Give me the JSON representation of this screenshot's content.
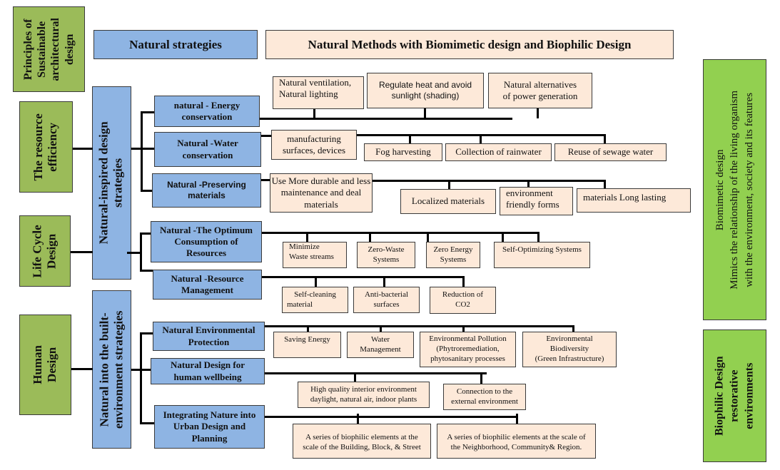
{
  "header": {
    "principles": "Principles of Sustainable architectural design",
    "principles_lines": [
      "Principles of",
      "Sustainable",
      "architectural",
      "design"
    ],
    "natural_strategies": "Natural strategies",
    "natural_methods": "Natural Methods with Biomimetic design and Biophilic Design"
  },
  "principles": [
    {
      "lines": [
        "The resource",
        "efficiency"
      ]
    },
    {
      "lines": [
        "Life Cycle",
        "Design"
      ]
    },
    {
      "lines": [
        "Human",
        "Design"
      ]
    }
  ],
  "strategy_groups": [
    {
      "lines": [
        "Natural-inspired design",
        "strategies"
      ]
    },
    {
      "lines": [
        "Natural into the built-",
        "environment strategies"
      ]
    }
  ],
  "strategies": [
    {
      "label": [
        "natural - Energy",
        "conservation"
      ],
      "methods": [
        [
          "Natural ventilation,",
          "Natural lighting"
        ],
        [
          "Regulate heat and avoid",
          "sunlight (shading)"
        ],
        [
          "Natural alternatives",
          "of power generation"
        ]
      ]
    },
    {
      "label": [
        "Natural -Water",
        "conservation"
      ],
      "methods": [
        [
          "manufacturing",
          "surfaces, devices"
        ],
        [
          "Fog harvesting"
        ],
        [
          "Collection of rainwater"
        ],
        [
          "Reuse of sewage water"
        ]
      ]
    },
    {
      "label": [
        "Natural -Preserving",
        "materials"
      ],
      "methods": [
        [
          "Use More durable and less",
          "maintenance and deal",
          "materials"
        ],
        [
          "Localized materials"
        ],
        [
          "environment",
          "friendly forms"
        ],
        [
          "materials Long lasting"
        ]
      ]
    },
    {
      "label": [
        "Natural -The Optimum",
        "Consumption of",
        "Resources"
      ],
      "methods": [
        [
          "Minimize",
          "Waste streams"
        ],
        [
          "Zero-Waste",
          "Systems"
        ],
        [
          "Zero Energy",
          "Systems"
        ],
        [
          "Self-Optimizing Systems"
        ]
      ]
    },
    {
      "label": [
        "Natural -Resource",
        "Management"
      ],
      "methods": [
        [
          "Self-cleaning",
          "material"
        ],
        [
          "Anti-bacterial",
          "surfaces"
        ],
        [
          "Reduction of",
          "CO2"
        ]
      ]
    },
    {
      "label": [
        "Natural Environmental",
        "Protection"
      ],
      "methods": [
        [
          "Saving Energy"
        ],
        [
          "Water",
          "Management"
        ],
        [
          "Environmental Pollution",
          "(Phytroremediation,",
          "phytosanitary processes"
        ],
        [
          "Environmental",
          "Biodiversity",
          "(Green Infrastructure)"
        ]
      ]
    },
    {
      "label": [
        "Natural Design for",
        "human wellbeing"
      ],
      "methods": [
        [
          "High  quality interior environment",
          "daylight, natural air, indoor plants"
        ],
        [
          "Connection to the",
          "external environment"
        ]
      ]
    },
    {
      "label": [
        "Integrating Nature into",
        "Urban Design and",
        "Planning"
      ],
      "methods": [
        [
          "A series of biophilic elements at the",
          "scale of the  Building, Block, & Street"
        ],
        [
          "A series of biophilic elements at the scale of",
          "the Neighborhood, Community& Region."
        ]
      ]
    }
  ],
  "right": {
    "biomimetic": [
      "Biomimetic design",
      "Mimics the relationship of the living organism",
      "with the environment, society and its features"
    ],
    "biophilic": [
      "Biophilic Design",
      "restorative",
      "environments"
    ]
  },
  "colors": {
    "green": "#9bbb59",
    "light_green": "#92d050",
    "blue": "#8eb4e3",
    "peach": "#fde9d9"
  }
}
